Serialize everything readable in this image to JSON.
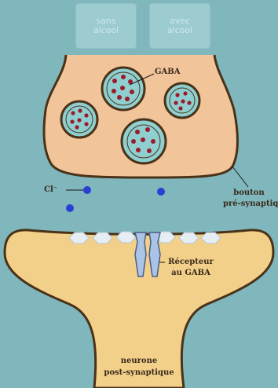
{
  "buttons": {
    "sans_alcool": [
      "sans",
      "alcool"
    ],
    "avec_alcool": [
      "avec",
      "alcool"
    ]
  },
  "labels": {
    "gaba": "GABA",
    "chlore": "Cl⁻",
    "bouton": [
      "bouton",
      "pré-synaptique"
    ],
    "recepteur": [
      "Récepteur",
      "au GABA"
    ],
    "neurone": [
      "neurone",
      "post-synaptique"
    ]
  },
  "colors": {
    "background": "#7fb7bd",
    "presynaptic_fill": "#f2c49a",
    "postsynaptic_fill": "#f3d08a",
    "outline": "#4a3218",
    "vesicle_fill": "#8fcfd0",
    "gaba_dot": "#9b1b2a",
    "chloride_ion": "#2b3fd4",
    "receptor": "#a9c4e6"
  }
}
